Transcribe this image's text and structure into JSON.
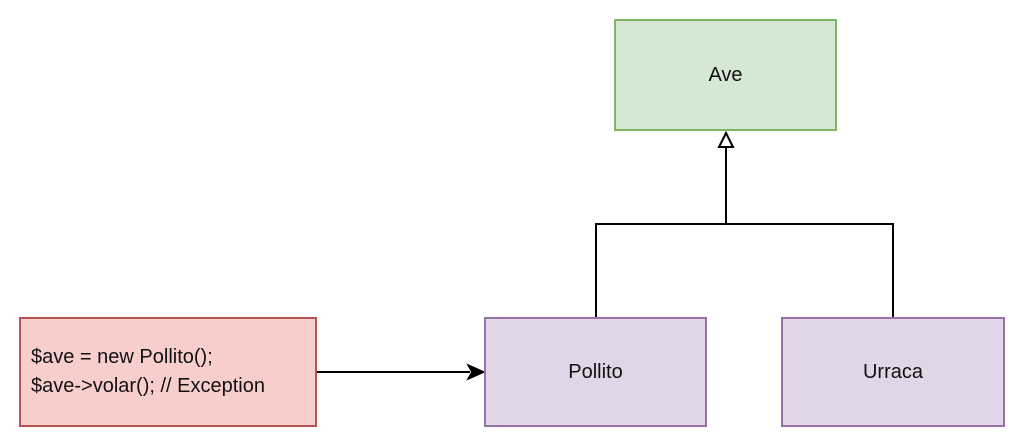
{
  "colors": {
    "ave_fill": "#d5e8d4",
    "ave_border": "#82b366",
    "subclass_fill": "#e1d5e7",
    "subclass_border": "#9673a6",
    "code_fill": "#f8cecc",
    "code_border": "#b85450",
    "edge": "#000000"
  },
  "nodes": {
    "ave": {
      "label": "Ave"
    },
    "pollito": {
      "label": "Pollito"
    },
    "urraca": {
      "label": "Urraca"
    },
    "code": {
      "lines": [
        "$ave = new Pollito();",
        "$ave->volar(); // Exception"
      ]
    }
  },
  "edges": [
    {
      "type": "inheritance",
      "from": "Pollito",
      "to": "Ave"
    },
    {
      "type": "inheritance",
      "from": "Urraca",
      "to": "Ave"
    },
    {
      "type": "association",
      "from": "code",
      "to": "Pollito"
    }
  ]
}
